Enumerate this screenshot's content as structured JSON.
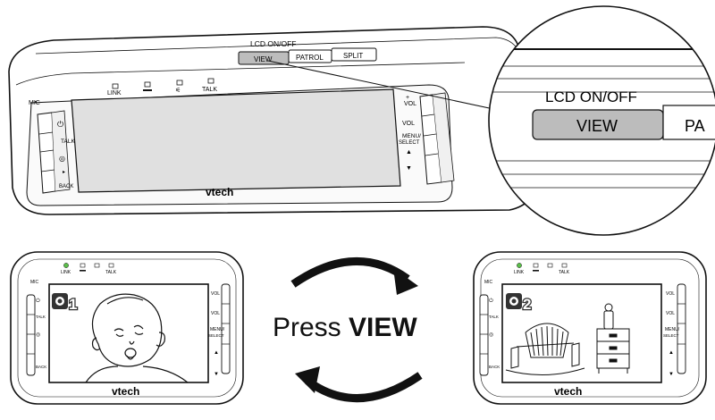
{
  "top_monitor": {
    "labels": {
      "lcd": "LCD ON/OFF",
      "view": "VIEW",
      "patrol": "PATROL",
      "split": "SPLIT",
      "mic": "MIC",
      "link": "LINK",
      "talk_led": "TALK",
      "talk_btn": "TALK",
      "back": "BACK",
      "vol_up": "VOL",
      "vol_down": "VOL",
      "menu": "MENU/",
      "select": "SELECT",
      "brand": "vtech"
    }
  },
  "zoom": {
    "lcd": "LCD ON/OFF",
    "view": "VIEW",
    "partial": "PA"
  },
  "instruction": {
    "prefix": "Press ",
    "key": "VIEW"
  },
  "left_monitor": {
    "camera_number": "1",
    "labels": {
      "mic": "MIC",
      "link": "LINK",
      "talk_led": "TALK",
      "talk_btn": "TALK",
      "back": "BACK",
      "vol_up": "VOL",
      "vol_down": "VOL",
      "menu": "MENU/",
      "select": "SELECT",
      "brand": "vtech"
    },
    "led_color": "#5bbf4a"
  },
  "right_monitor": {
    "camera_number": "2",
    "labels": {
      "mic": "MIC",
      "link": "LINK",
      "talk_led": "TALK",
      "talk_btn": "TALK",
      "back": "BACK",
      "vol_up": "VOL",
      "vol_down": "VOL",
      "menu": "MENU/",
      "select": "SELECT",
      "brand": "vtech"
    },
    "led_color": "#5bbf4a"
  }
}
